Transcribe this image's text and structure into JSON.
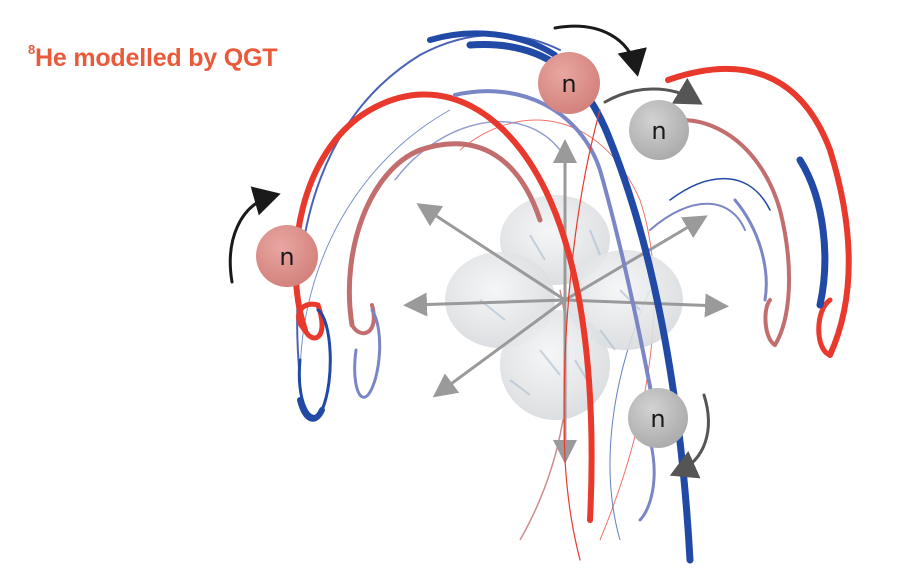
{
  "title": {
    "mass_number": "8",
    "text": "He modelled by QGT"
  },
  "nodes": [
    {
      "id": "n1",
      "label": "n",
      "tone": "pink"
    },
    {
      "id": "n2",
      "label": "n",
      "tone": "pink"
    },
    {
      "id": "n3",
      "label": "n",
      "tone": "grey"
    },
    {
      "id": "n4",
      "label": "n",
      "tone": "grey"
    }
  ],
  "colors": {
    "title": "#ea5a3a",
    "red": "#e8392c",
    "blue": "#2149a6",
    "muted_red": "#c26e6e",
    "muted_blue": "#7b86c6",
    "pink_node": "#dc8b86",
    "grey_node": "#b9b9b9",
    "axis": "#9a9a9a",
    "nucleus": "#e6e8ea"
  }
}
